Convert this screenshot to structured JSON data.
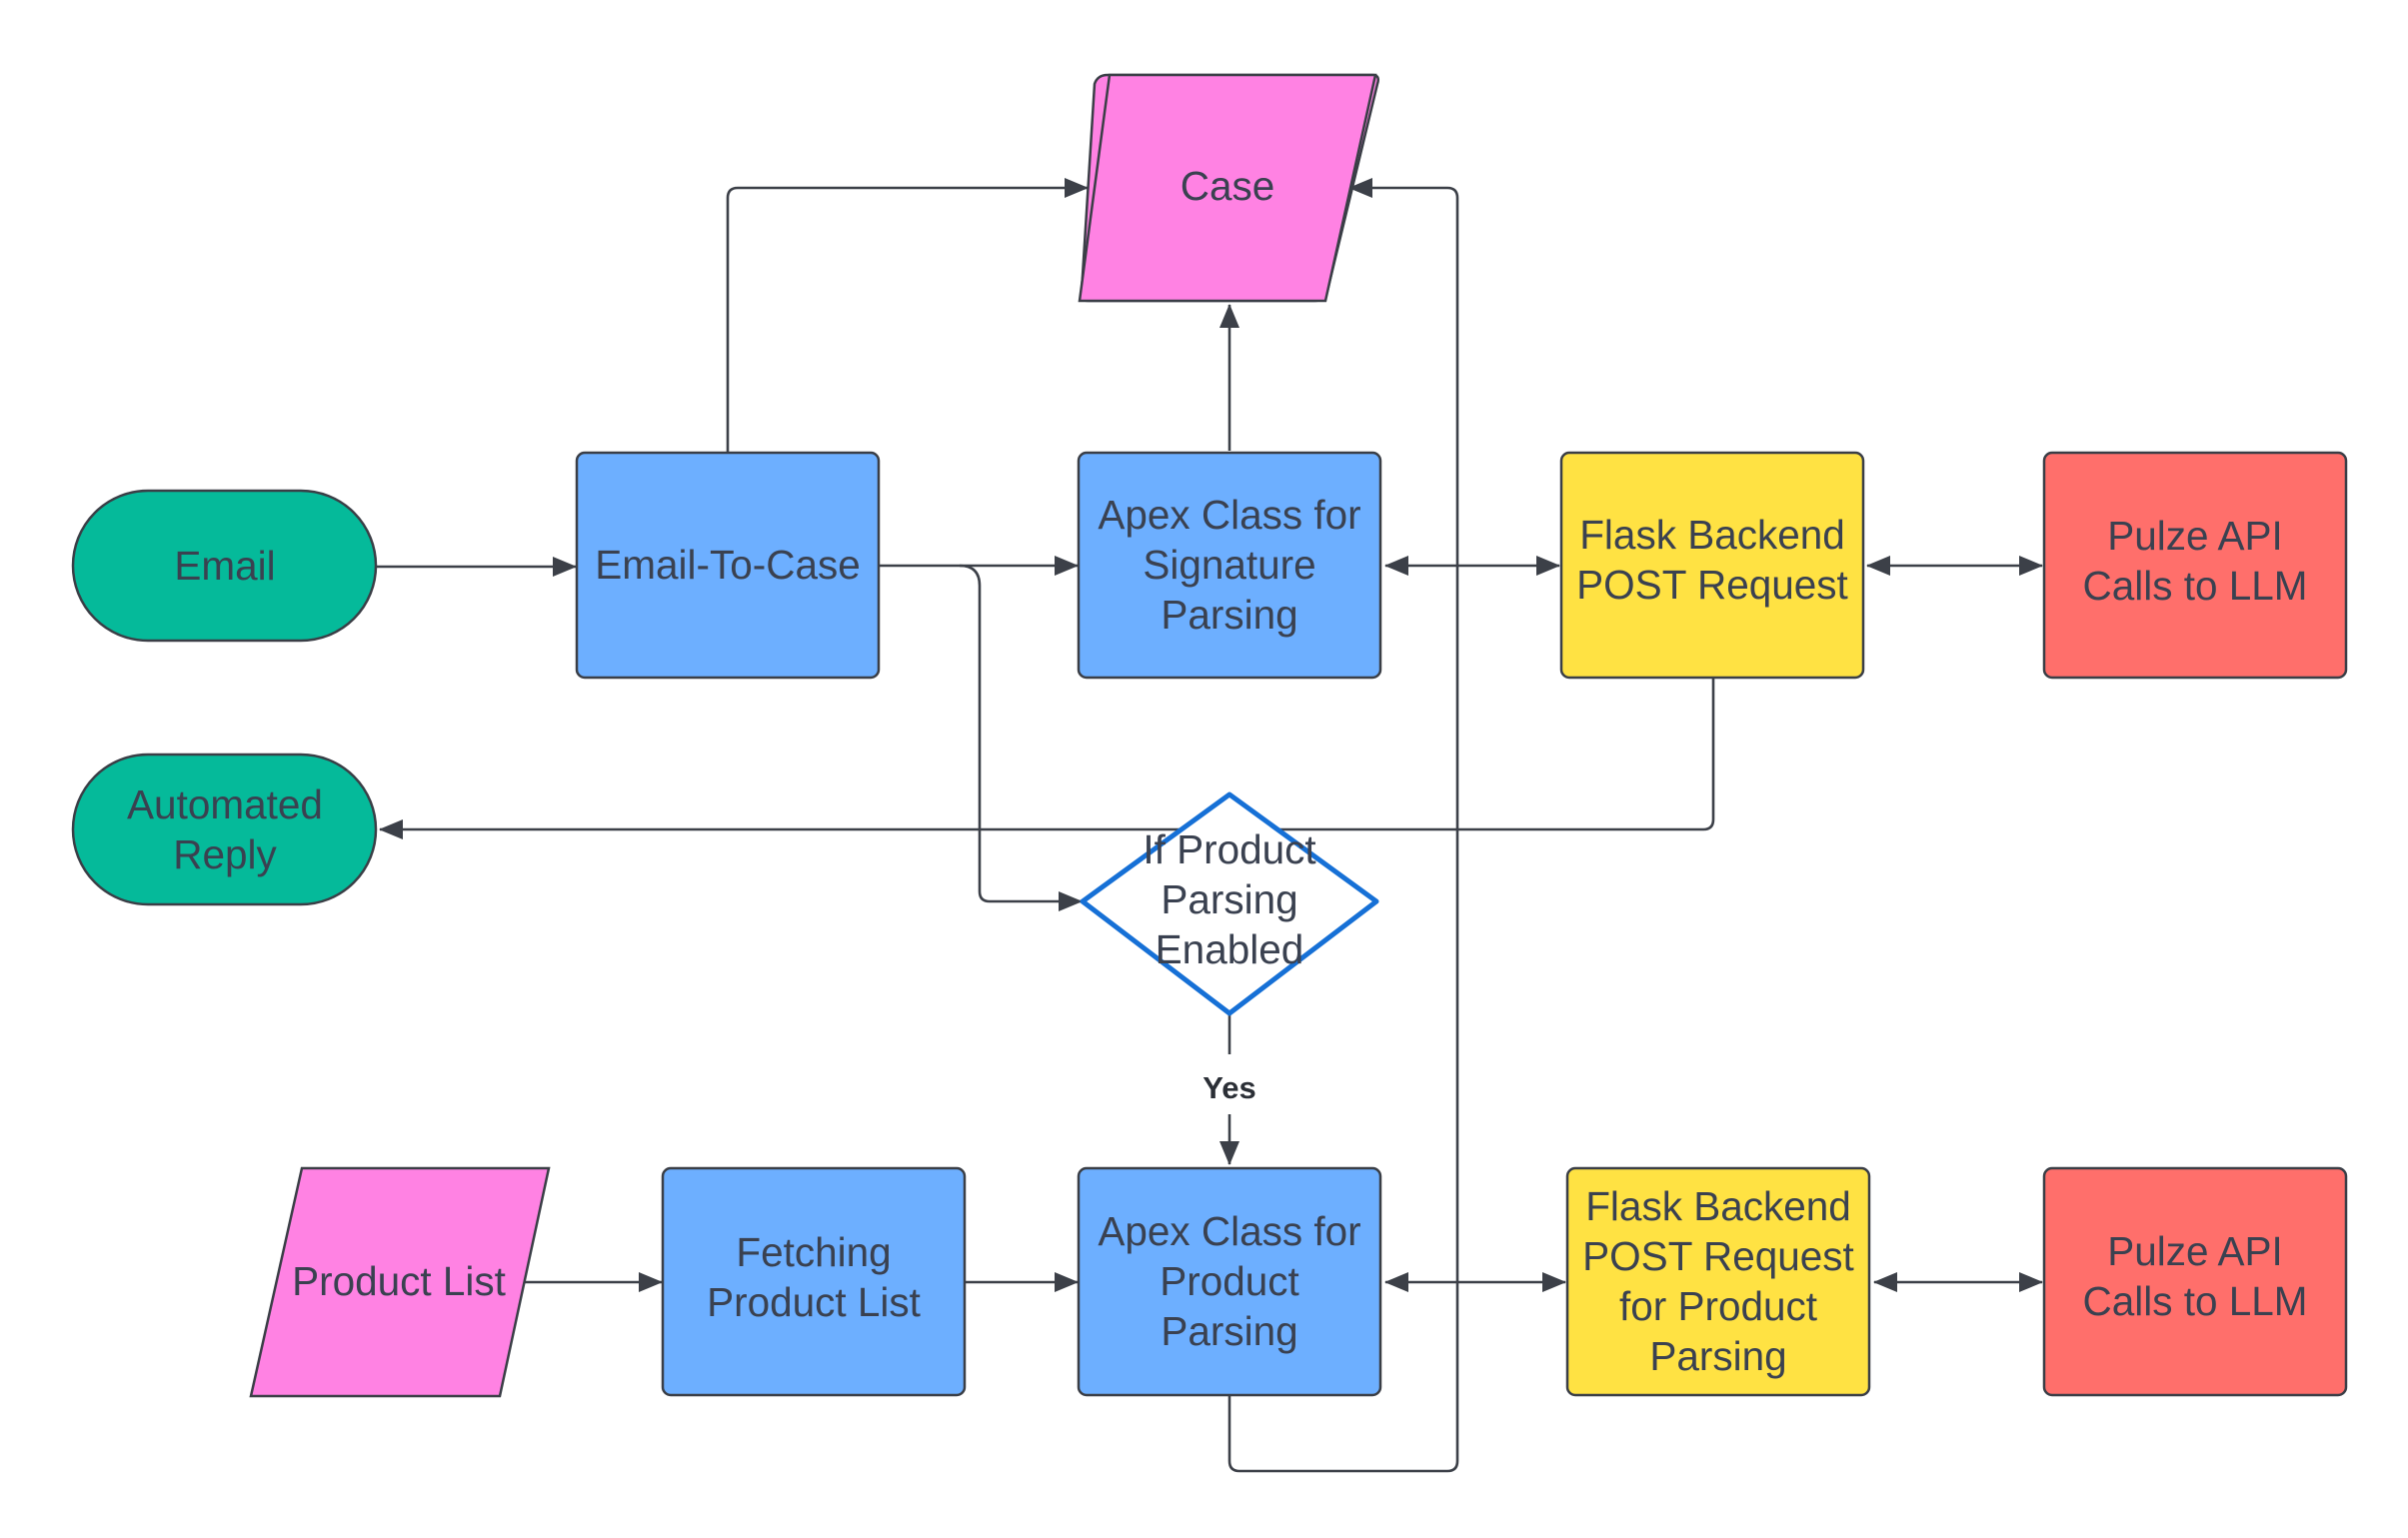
{
  "colors": {
    "teal": "#05BA9A",
    "magenta": "#FF82E3",
    "blue": "#6DAFFF",
    "yellow": "#FFE243",
    "red": "#FF6F6B",
    "decision_border": "#1670D6",
    "line": "#3C4048"
  },
  "nodes": {
    "email": {
      "lines": [
        "Email"
      ]
    },
    "case": {
      "lines": [
        "Case"
      ]
    },
    "email_to_case": {
      "lines": [
        "Email-To-Case"
      ]
    },
    "apex_signature": {
      "lines": [
        "Apex Class for",
        "Signature",
        "Parsing"
      ]
    },
    "flask_post": {
      "lines": [
        "Flask Backend",
        "POST Request"
      ]
    },
    "pulze_1": {
      "lines": [
        "Pulze API",
        "Calls to LLM"
      ]
    },
    "automated_reply": {
      "lines": [
        "Automated",
        "Reply"
      ]
    },
    "decision_product": {
      "lines": [
        "If Product",
        "Parsing",
        "Enabled"
      ]
    },
    "product_list": {
      "lines": [
        "Product List"
      ]
    },
    "fetching_product": {
      "lines": [
        "Fetching",
        "Product List"
      ]
    },
    "apex_product": {
      "lines": [
        "Apex Class for",
        "Product",
        "Parsing"
      ]
    },
    "flask_product": {
      "lines": [
        "Flask Backend",
        "POST Request",
        "for Product",
        "Parsing"
      ]
    },
    "pulze_2": {
      "lines": [
        "Pulze API",
        "Calls to LLM"
      ]
    }
  },
  "edge_labels": {
    "yes": "Yes"
  }
}
